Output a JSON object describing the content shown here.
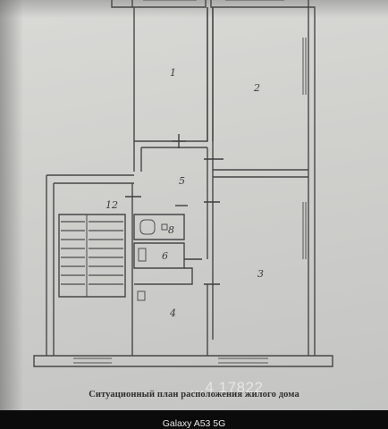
{
  "plan": {
    "caption": "Ситуационный план расположения жилого дома",
    "rooms": [
      {
        "id": "room-1",
        "label": "1"
      },
      {
        "id": "room-2",
        "label": "2"
      },
      {
        "id": "room-3",
        "label": "3"
      },
      {
        "id": "room-4",
        "label": "4"
      },
      {
        "id": "room-5",
        "label": "5"
      },
      {
        "id": "room-6",
        "label": "6"
      },
      {
        "id": "room-8",
        "label": "8"
      },
      {
        "id": "room-12",
        "label": "12"
      }
    ],
    "watermark": "…4 17822"
  },
  "device": {
    "label": "Galaxy A53 5G"
  }
}
